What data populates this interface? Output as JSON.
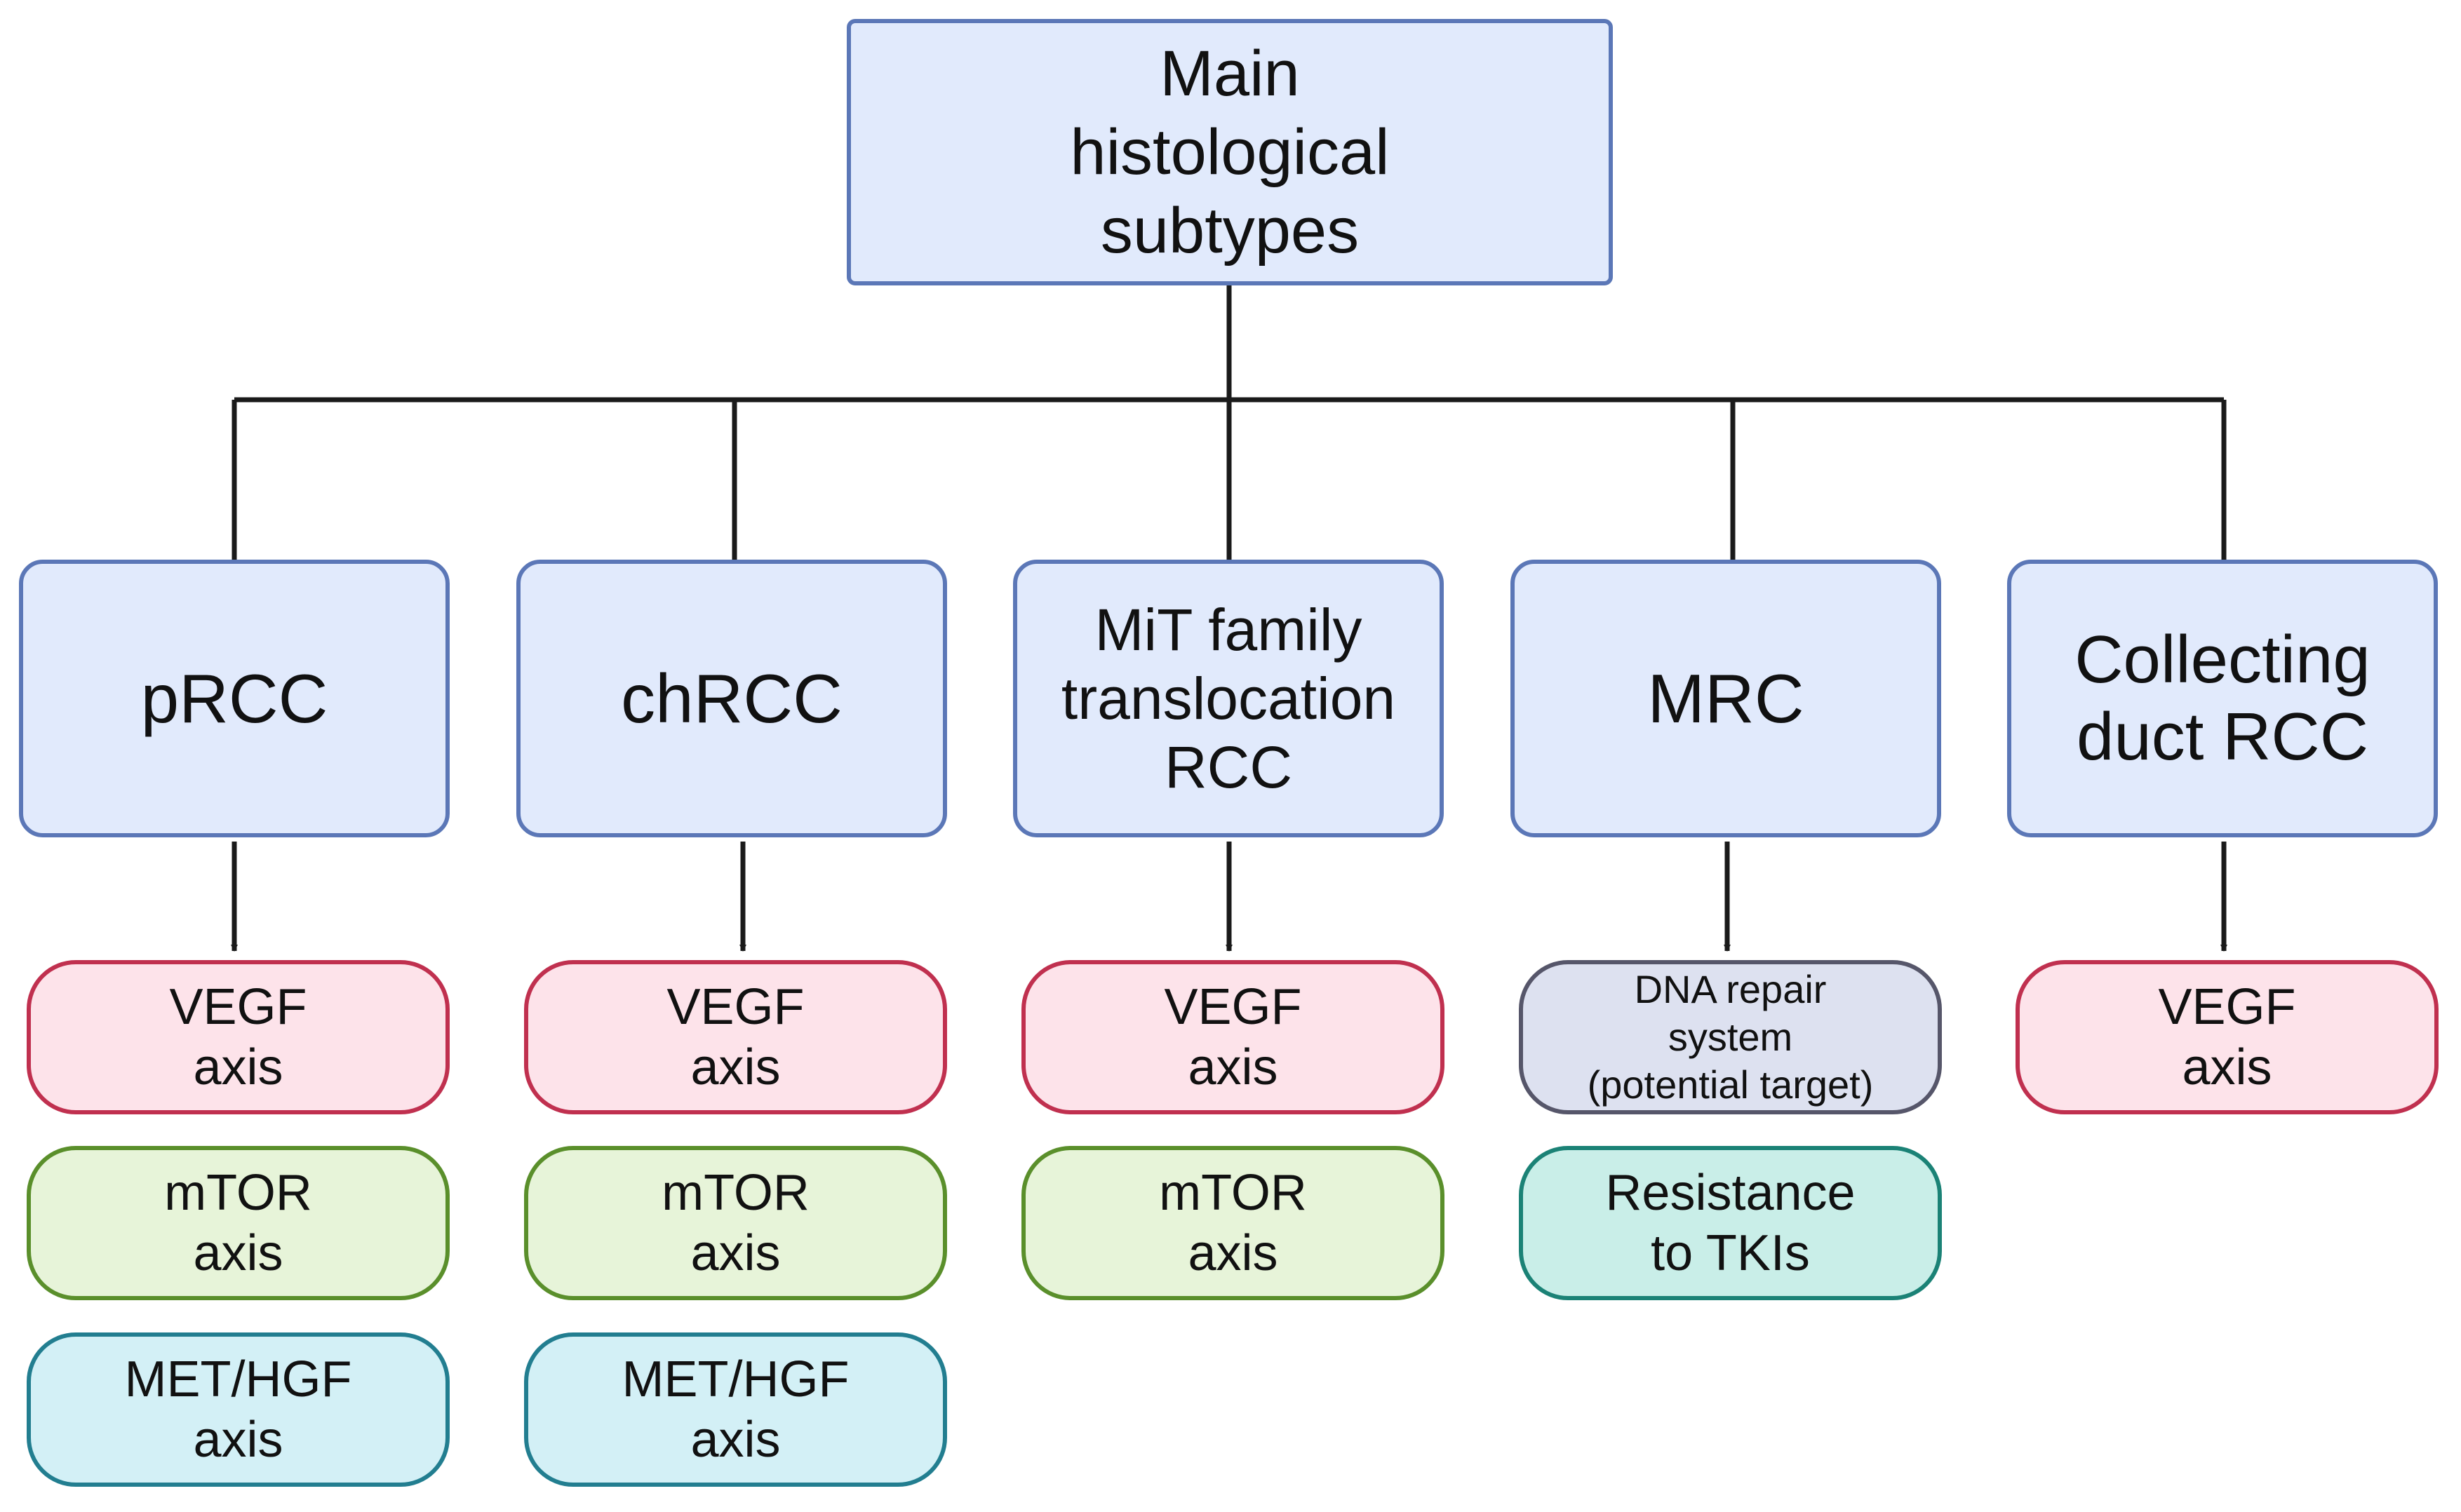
{
  "colors": {
    "line": "#1a1a1a",
    "subtype_fill": "#e1eafc",
    "subtype_border": "#5b77b7",
    "vegf_fill": "#fde3ea",
    "vegf_border": "#c0304f",
    "mtor_fill": "#e7f4d9",
    "mtor_border": "#5a8f2b",
    "met_fill": "#d3f0f6",
    "met_border": "#227e90",
    "dna_fill": "#dde1f0",
    "dna_border": "#56566a",
    "tki_fill": "#c9eee8",
    "tki_border": "#1b8276"
  },
  "root": {
    "label": "Main\nhistological\nsubtypes"
  },
  "subtypes": [
    {
      "label": "pRCC",
      "targets": [
        {
          "label": "VEGF\naxis",
          "kind": "vegf"
        },
        {
          "label": "mTOR\naxis",
          "kind": "mtor"
        },
        {
          "label": "MET/HGF\naxis",
          "kind": "met"
        }
      ]
    },
    {
      "label": "chRCC",
      "targets": [
        {
          "label": "VEGF\naxis",
          "kind": "vegf"
        },
        {
          "label": "mTOR\naxis",
          "kind": "mtor"
        },
        {
          "label": "MET/HGF\naxis",
          "kind": "met"
        }
      ]
    },
    {
      "label": "MiT family\ntranslocation\nRCC",
      "targets": [
        {
          "label": "VEGF\naxis",
          "kind": "vegf"
        },
        {
          "label": "mTOR\naxis",
          "kind": "mtor"
        }
      ]
    },
    {
      "label": "MRC",
      "targets": [
        {
          "label": "DNA repair\nsystem\n(potential target)",
          "kind": "dna"
        },
        {
          "label": "Resistance\nto TKIs",
          "kind": "tki"
        }
      ]
    },
    {
      "label": "Collecting\nduct RCC",
      "targets": [
        {
          "label": "VEGF\naxis",
          "kind": "vegf"
        }
      ]
    }
  ]
}
